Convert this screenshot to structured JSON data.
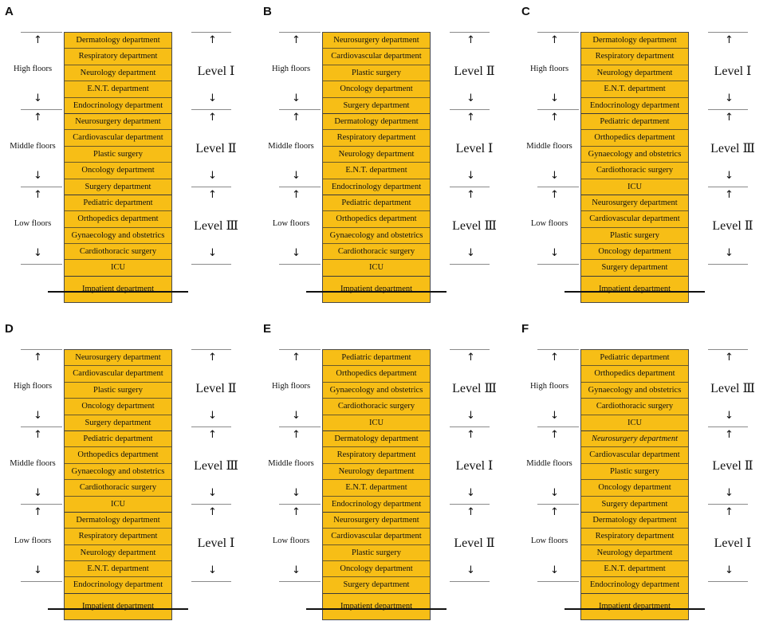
{
  "panels": [
    {
      "letter": "A",
      "zones": [
        "High floors",
        "Middle floors",
        "Low floors"
      ],
      "levels": [
        "Level Ⅰ",
        "Level Ⅱ",
        "Level Ⅲ"
      ],
      "groups": [
        [
          "Dermatology department",
          "Respiratory department",
          "Neurology department",
          "E.N.T. department",
          "Endocrinology department"
        ],
        [
          "Neurosurgery department",
          "Cardiovascular department",
          "Plastic surgery",
          "Oncology department",
          "Surgery department"
        ],
        [
          "Pediatric department",
          "Orthopedics department",
          "Gynaecology and obstetrics",
          "Cardiothoracic surgery",
          "ICU"
        ]
      ],
      "base": "Impatient department"
    },
    {
      "letter": "B",
      "zones": [
        "High floors",
        "Middle floors",
        "Low floors"
      ],
      "levels": [
        "Level Ⅱ",
        "Level Ⅰ",
        "Level Ⅲ"
      ],
      "groups": [
        [
          "Neurosurgery department",
          "Cardiovascular department",
          "Plastic surgery",
          "Oncology department",
          "Surgery department"
        ],
        [
          "Dermatology department",
          "Respiratory department",
          "Neurology department",
          "E.N.T. department",
          "Endocrinology department"
        ],
        [
          "Pediatric department",
          "Orthopedics department",
          "Gynaecology and obstetrics",
          "Cardiothoracic surgery",
          "ICU"
        ]
      ],
      "base": "Impatient department"
    },
    {
      "letter": "C",
      "zones": [
        "High floors",
        "Middle floors",
        "Low floors"
      ],
      "levels": [
        "Level Ⅰ",
        "Level Ⅲ",
        "Level Ⅱ"
      ],
      "groups": [
        [
          "Dermatology department",
          "Respiratory department",
          "Neurology department",
          "E.N.T. department",
          "Endocrinology department"
        ],
        [
          "Pediatric department",
          "Orthopedics department",
          "Gynaecology and obstetrics",
          "Cardiothoracic surgery",
          "ICU"
        ],
        [
          "Neurosurgery department",
          "Cardiovascular department",
          "Plastic surgery",
          "Oncology department",
          "Surgery department"
        ]
      ],
      "base": "Impatient department"
    },
    {
      "letter": "D",
      "zones": [
        "High floors",
        "Middle floors",
        "Low floors"
      ],
      "levels": [
        "Level Ⅱ",
        "Level Ⅲ",
        "Level Ⅰ"
      ],
      "groups": [
        [
          "Neurosurgery department",
          "Cardiovascular department",
          "Plastic surgery",
          "Oncology department",
          "Surgery department"
        ],
        [
          "Pediatric department",
          "Orthopedics department",
          "Gynaecology and obstetrics",
          "Cardiothoracic surgery",
          "ICU"
        ],
        [
          "Dermatology department",
          "Respiratory department",
          "Neurology department",
          "E.N.T. department",
          "Endocrinology department"
        ]
      ],
      "base": "Impatient department"
    },
    {
      "letter": "E",
      "zones": [
        "High floors",
        "Middle floors",
        "Low floors"
      ],
      "levels": [
        "Level Ⅲ",
        "Level Ⅰ",
        "Level Ⅱ"
      ],
      "groups": [
        [
          "Pediatric department",
          "Orthopedics department",
          "Gynaecology and obstetrics",
          "Cardiothoracic surgery",
          "ICU"
        ],
        [
          "Dermatology department",
          "Respiratory department",
          "Neurology department",
          "E.N.T. department",
          "Endocrinology department"
        ],
        [
          "Neurosurgery department",
          "Cardiovascular department",
          "Plastic surgery",
          "Oncology department",
          "Surgery department"
        ]
      ],
      "base": "Impatient department"
    },
    {
      "letter": "F",
      "zones": [
        "High floors",
        "Middle floors",
        "Low floors"
      ],
      "levels": [
        "Level Ⅲ",
        "Level Ⅱ",
        "Level Ⅰ"
      ],
      "groups": [
        [
          "Pediatric department",
          "Orthopedics department",
          "Gynaecology and obstetrics",
          "Cardiothoracic surgery",
          "ICU"
        ],
        [
          "Neurosurgery department",
          "Cardiovascular department",
          "Plastic surgery",
          "Oncology department",
          "Surgery department"
        ],
        [
          "Dermatology department",
          "Respiratory department",
          "Neurology department",
          "E.N.T. department",
          "Endocrinology department"
        ]
      ],
      "base": "Impatient department"
    }
  ],
  "italic_floor": {
    "panel": "F",
    "label": "Neurosurgery department"
  },
  "colors": {
    "building": "#f7be16",
    "ground": "#111111",
    "tick": "#8a8a8a"
  },
  "icons": {
    "up": "up-arrow-icon",
    "down": "down-arrow-icon"
  }
}
